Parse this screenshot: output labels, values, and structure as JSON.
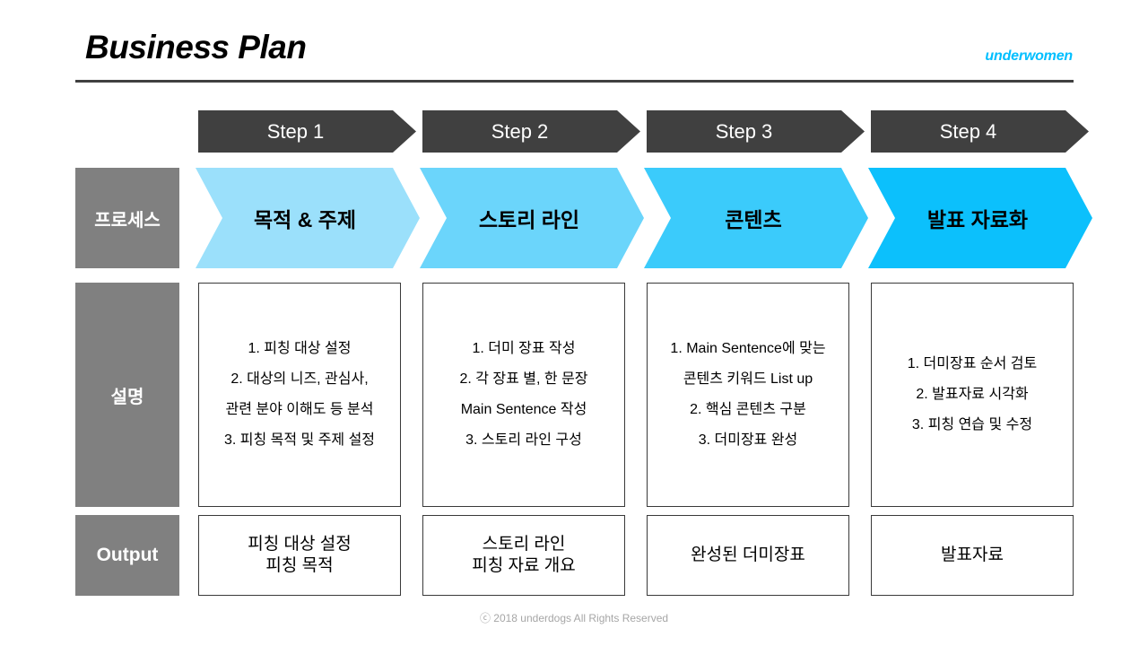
{
  "header": {
    "title": "Business Plan",
    "logo": "underwomen",
    "rule_color": "#404040"
  },
  "theme": {
    "dark": "#404040",
    "gray_label": "#808080",
    "accent": "#00BFFF",
    "border": "#3a3a3a",
    "footer_text": "#a6a6a6"
  },
  "row_labels": {
    "process": "프로세스",
    "description": "설명",
    "output": "Output"
  },
  "columns": [
    {
      "step_label": "Step 1",
      "process_label": "목적 & 주제",
      "process_color": "#9BE0FB",
      "description_lines": [
        "1. 피칭 대상 설정",
        "2. 대상의 니즈, 관심사,",
        "관련 분야 이해도 등 분석",
        "3. 피칭 목적 및 주제 설정"
      ],
      "output_lines": [
        "피칭 대상 설정",
        "피칭 목적"
      ]
    },
    {
      "step_label": "Step 2",
      "process_label": "스토리 라인",
      "process_color": "#6BD5FB",
      "description_lines": [
        "1. 더미 장표 작성",
        "2. 각 장표 별, 한 문장",
        "Main Sentence 작성",
        "3. 스토리 라인 구성"
      ],
      "output_lines": [
        "스토리 라인",
        "피칭 자료 개요"
      ]
    },
    {
      "step_label": "Step 3",
      "process_label": "콘텐츠",
      "process_color": "#3BCBFB",
      "description_lines": [
        "1. Main Sentence에 맞는",
        "콘텐츠 키워드 List up",
        "2. 핵심 콘텐츠 구분",
        "3. 더미장표 완성"
      ],
      "output_lines": [
        "완성된 더미장표"
      ]
    },
    {
      "step_label": "Step 4",
      "process_label": "발표 자료화",
      "process_color": "#0CC0FC",
      "description_lines": [
        "1. 더미장표 순서 검토",
        "2. 발표자료 시각화",
        "3. 피칭 연습 및 수정"
      ],
      "output_lines": [
        "발표자료"
      ]
    }
  ],
  "footer": {
    "text": "ⓒ 2018 underdogs All Rights Reserved"
  }
}
